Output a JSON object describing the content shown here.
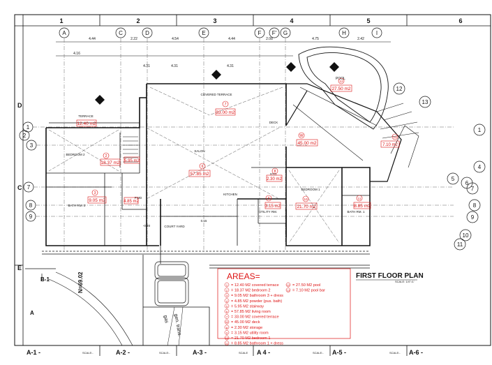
{
  "sheet": {
    "column_numbers": [
      "1",
      "2",
      "3",
      "4",
      "5",
      "6"
    ],
    "row_letters": [
      "D",
      "C",
      "E"
    ],
    "title": "FIRST FLOOR PLAN",
    "title_scale": "SCALE: 1/4\"=1'",
    "scale_label": "SCALE:-",
    "scale_label_alt": "SCALE",
    "detail_refs": [
      "A-1 -",
      "A-2 -",
      "A-3 -",
      "A 4 -",
      "A-5 -",
      "A-6 -"
    ],
    "north_label": "N=69.02",
    "section_ref": "B-1",
    "section_letter": "A"
  },
  "grid": {
    "top_letters": [
      "A",
      "C",
      "D",
      "E",
      "F",
      "F'",
      "G",
      "H",
      "I"
    ],
    "top_dims_row1": [
      "4.44",
      "2.22",
      "4.54",
      "4.44",
      "2.08",
      "4.75",
      "2.42"
    ],
    "top_dims_row2": [
      "4.16",
      "4.31",
      "4.31",
      "4.31"
    ],
    "left_numbers": [
      "1",
      "2",
      "3",
      "7",
      "8",
      "9"
    ],
    "right_numbers": [
      "1",
      "4",
      "5",
      "6",
      "7",
      "8",
      "9",
      "10",
      "11",
      "12",
      "13"
    ]
  },
  "rooms": {
    "covered_terrace": {
      "label": "COVERED TERRACE",
      "area": "33.00 m2",
      "num": "7"
    },
    "terrace": {
      "label": "TERRACE",
      "area": "12.40 m2"
    },
    "bedroom2": {
      "label": "BEDROOM 2",
      "area": "18.37 m2",
      "num": "2"
    },
    "bath2": {
      "label": "BATH RM. 2",
      "area": "9.05 m2",
      "num": "3"
    },
    "powder": {
      "label": "PWD",
      "area": "4.85 m2",
      "num": "4"
    },
    "stair": {
      "area": "5.95 m2",
      "num": "5"
    },
    "salon": {
      "label": "SALON",
      "area": "57.85 m2",
      "num": "6"
    },
    "kitchen": {
      "label": "KITCHEN"
    },
    "deck": {
      "label": "DECK",
      "area": "45.00 m2",
      "num": "W"
    },
    "storage": {
      "label": "STO.",
      "area": "2.30 m2",
      "num": "8"
    },
    "utility": {
      "label": "UTILITY RM.",
      "area": "3.15 m2",
      "num": "9"
    },
    "bedroom1": {
      "label": "BEDROOM 1",
      "area": "21.70 m2",
      "num": "10"
    },
    "bath1": {
      "label": "BATH RM. 1",
      "area": "8.85 m2",
      "num": "11"
    },
    "pool": {
      "label": "POOL",
      "area": "27.50 m2",
      "num": "12"
    },
    "pool_bar": {
      "area": "7.10 m2",
      "num": "13"
    },
    "court_yard": {
      "label": "COURT YARD"
    }
  },
  "areas_table": {
    "title": "AREAS=",
    "left": [
      {
        "num": "1",
        "text": "12.40  M2  covered terrace"
      },
      {
        "num": "2",
        "text": "18.37  M2  bedroom 2"
      },
      {
        "num": "3",
        "text": "9.05  M2  bathroom 3 + dress"
      },
      {
        "num": "4",
        "text": "4.85  M2  powder  (pus. bath)"
      },
      {
        "num": "5",
        "text": "5.95  M2  stairway"
      },
      {
        "num": "6",
        "text": "57.85  M2  living room"
      },
      {
        "num": "7",
        "text": "33.00  M2  covered terrace"
      },
      {
        "num": "W",
        "text": "45.00  M2  deck"
      },
      {
        "num": "8",
        "text": "2.30  M2  storage"
      },
      {
        "num": "9",
        "text": "3.15  M2  utility room"
      },
      {
        "num": "10",
        "text": "21.70  M2  bedroom 1"
      },
      {
        "num": "11",
        "text": "8.85  M2  bathroom 1 + dress"
      }
    ],
    "right": [
      {
        "num": "12",
        "text": "27.50  M2  pool"
      },
      {
        "num": "13",
        "text": "7.10  M2  pool bar"
      }
    ]
  },
  "misc": {
    "gate_label": "gas",
    "gate_label2": "gen. trans.",
    "elev_note": "0.15",
    "elev_note2": "-0.20"
  },
  "colors": {
    "ink": "#111111",
    "red": "#dd1111",
    "grey": "#888888"
  }
}
